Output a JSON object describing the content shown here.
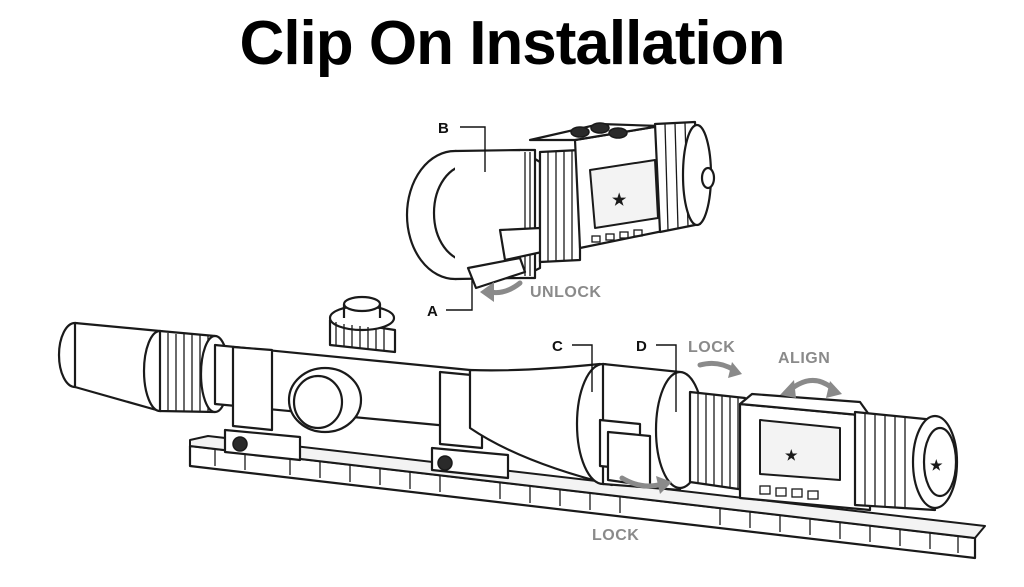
{
  "title": "Clip On Installation",
  "callouts": {
    "a": "A",
    "b": "B",
    "c": "C",
    "d": "D"
  },
  "actions": {
    "unlock": "UNLOCK",
    "lock_top": "LOCK",
    "align": "ALIGN",
    "lock_bottom": "LOCK"
  },
  "colors": {
    "title": "#000000",
    "line_art": "#1a1a1a",
    "action_text": "#8a8a8a",
    "background": "#ffffff"
  }
}
